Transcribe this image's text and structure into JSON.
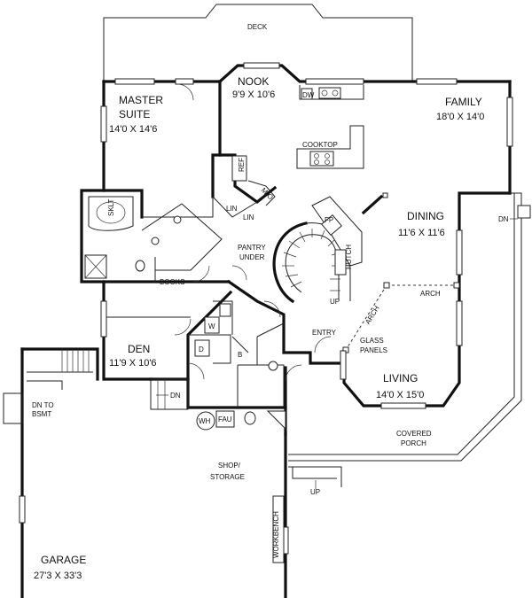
{
  "rooms": {
    "deck": "DECK",
    "nook_name": "NOOK",
    "nook_size": "9'9 X 10'6",
    "family_name": "FAMILY",
    "family_size": "18'0 X 14'0",
    "master_name": "MASTER",
    "master_name2": "SUITE",
    "master_size": "14'0 X 14'6",
    "dining_name": "DINING",
    "dining_size": "11'6 X 11'6",
    "den_name": "DEN",
    "den_size": "11'9 X 10'6",
    "living_name": "LIVING",
    "living_size": "14'0 X 15'0",
    "garage_name": "GARAGE",
    "garage_size": "27'3 X 33'3",
    "shop_name": "SHOP/",
    "shop_name2": "STORAGE",
    "covered_porch": "COVERED",
    "covered_porch2": "PORCH",
    "entry": "ENTRY",
    "pantry": "PANTRY",
    "pantry2": "UNDER"
  },
  "fixtures": {
    "cooktop": "COOKTOP",
    "dw": "DW",
    "ref": "REF",
    "mo": "M/O",
    "lin1": "LIN",
    "lin2": "LIN",
    "fp": "FP",
    "hutch": "HUTCH",
    "arch1": "ARCH",
    "arch2": "ARCH",
    "glass": "GLASS",
    "glass2": "PANELS",
    "skt": "SKLT",
    "books": "BOOKS",
    "wh": "WH",
    "fau": "FAU",
    "workbench": "WORKBENCH",
    "w": "W",
    "d": "D",
    "b": "B"
  },
  "stairs": {
    "up_main": "UP",
    "up_porch": "UP",
    "dn_right": "DN",
    "dn_den": "DN",
    "dn_bsmt": "DN TO",
    "dn_bsmt2": "BSMT"
  }
}
